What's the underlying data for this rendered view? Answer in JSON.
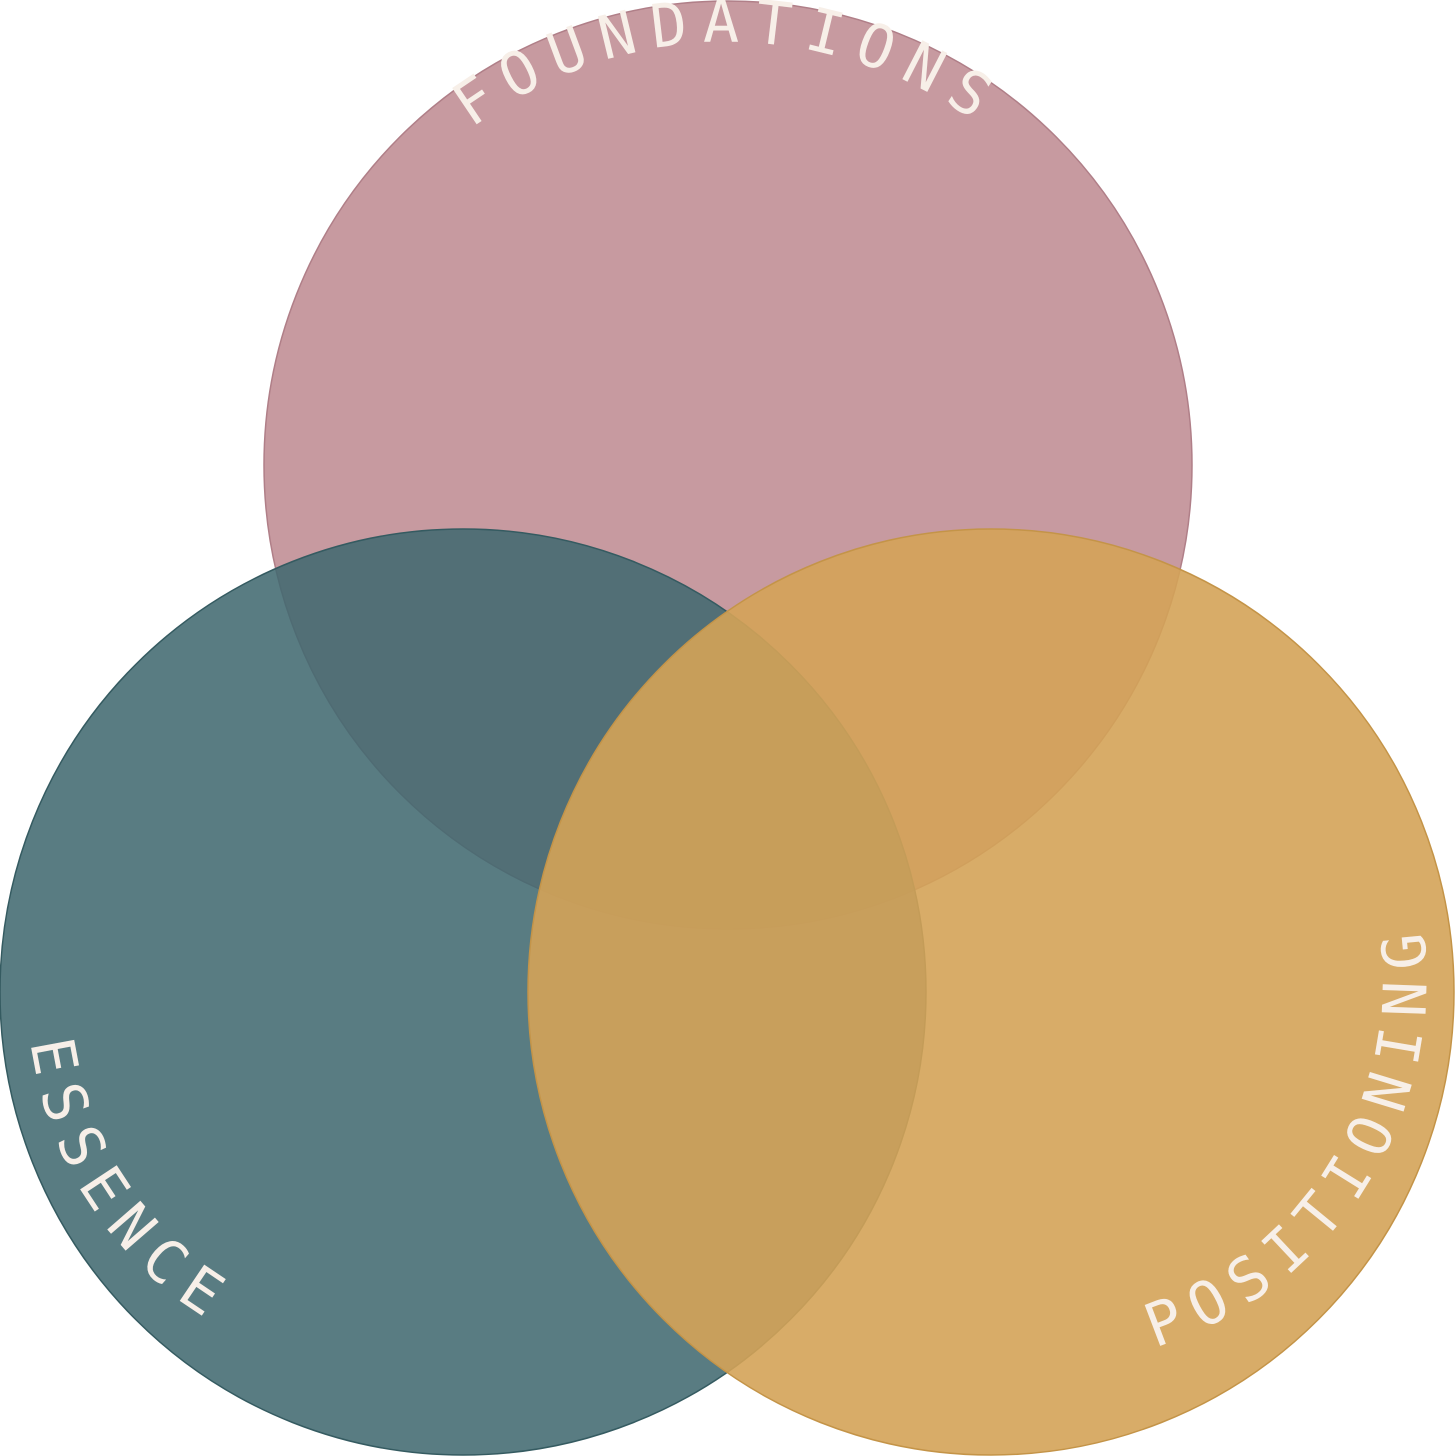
{
  "venn": {
    "circles": [
      {
        "id": "foundations",
        "label": "FOUNDATIONS",
        "color": "#c29198"
      },
      {
        "id": "essence",
        "label": "ESSENCE",
        "color": "#40696f"
      },
      {
        "id": "positioning",
        "label": "POSITIONING",
        "color": "#d4a358"
      }
    ],
    "label_color": "#f7efe8",
    "background": "#ffffff"
  }
}
